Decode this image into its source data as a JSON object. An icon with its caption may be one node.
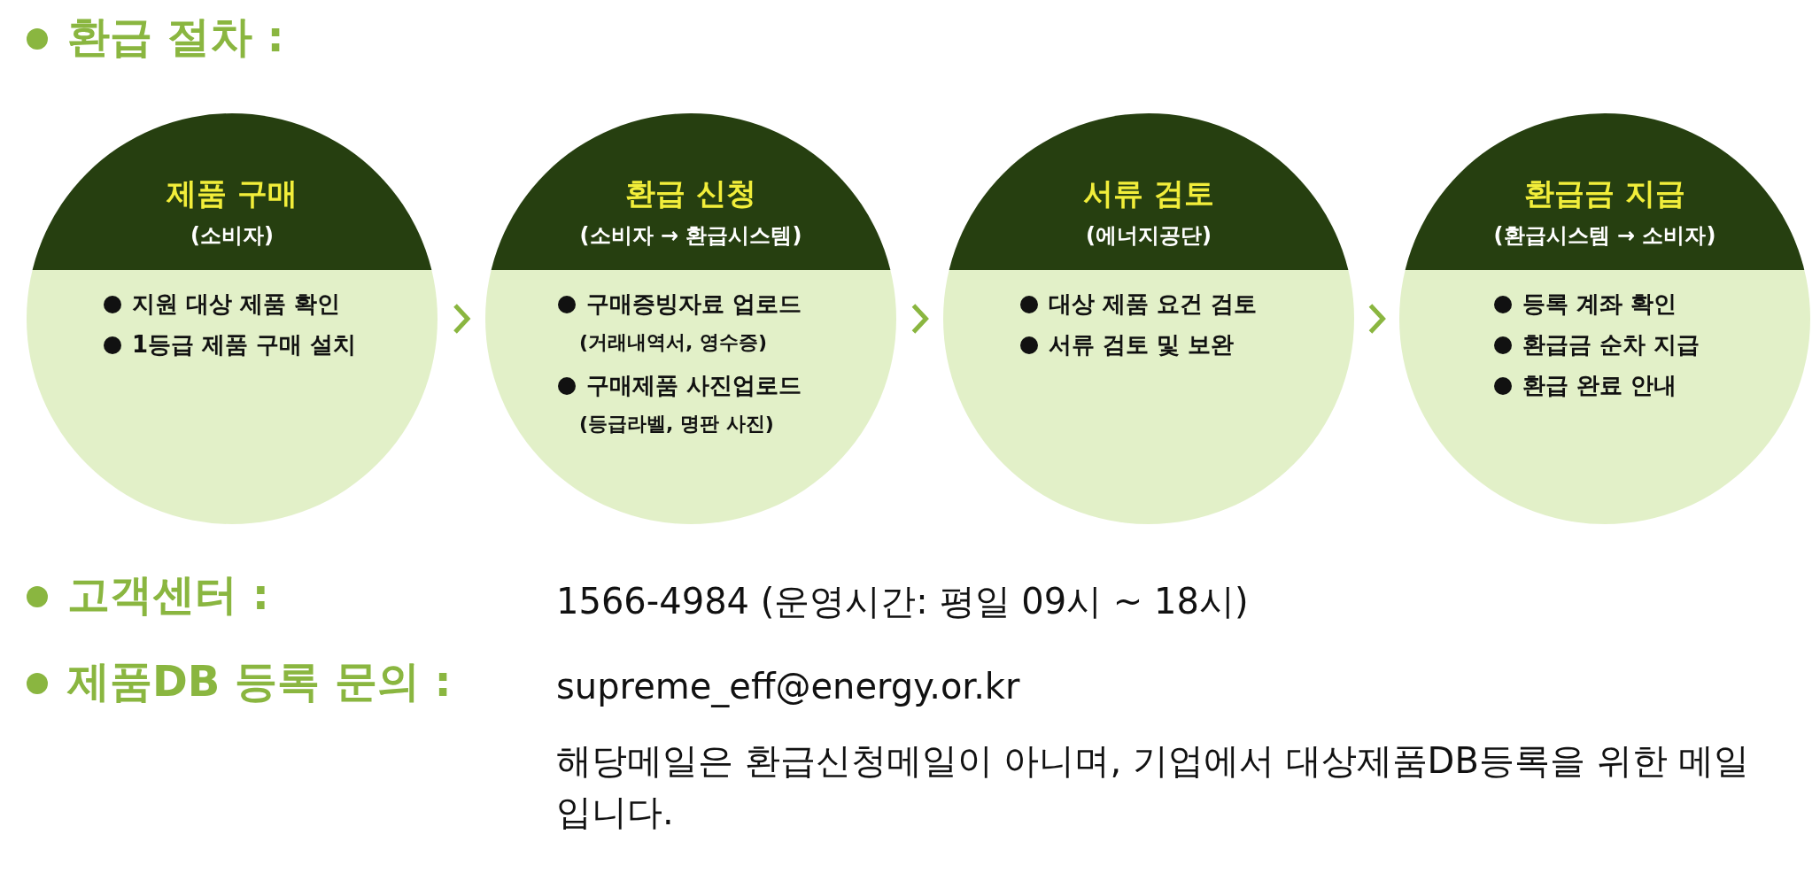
{
  "diagram": {
    "title": "환급 절차 :",
    "nodes": [
      {
        "text": [
          "제품 구매",
          "(소비자)",
          "지원 대상 제품 확인",
          "1등급 제품 구매 설치"
        ]
      },
      {
        "text": [
          "환급 신청",
          "(소비자 → 환급시스템)",
          "구매증빙자료 업로드",
          "(거래내역서, 영수증)",
          "구매제품 사진업로드",
          "(등급라벨, 명판 사진)"
        ]
      },
      {
        "text": [
          "서류 검토",
          "(에너지공단)",
          "대상 제품 요건 검토",
          "서류 검토 및 보완"
        ]
      },
      {
        "text": [
          "환급금 지급",
          "(환급시스템 → 소비자)",
          "등록 계좌 확인",
          "환급금 순차 지급",
          "환급 완료 안내"
        ]
      }
    ],
    "edges": [
      {
        "from": 0,
        "to": 1,
        "arrow": "to"
      },
      {
        "from": 1,
        "to": 2,
        "arrow": "to"
      },
      {
        "from": 2,
        "to": 3,
        "arrow": "to"
      }
    ],
    "labels": [
      "고객센터 :",
      "1566-4984 (운영시간: 평일 09시 ~ 18시)",
      "제품DB 등록 문의 :",
      "supreme_eff@energy.or.kr",
      "해당메일은 환급신청메일이 아니며, 기업에서 대상제품DB등록을 위한 메일입니다."
    ]
  }
}
